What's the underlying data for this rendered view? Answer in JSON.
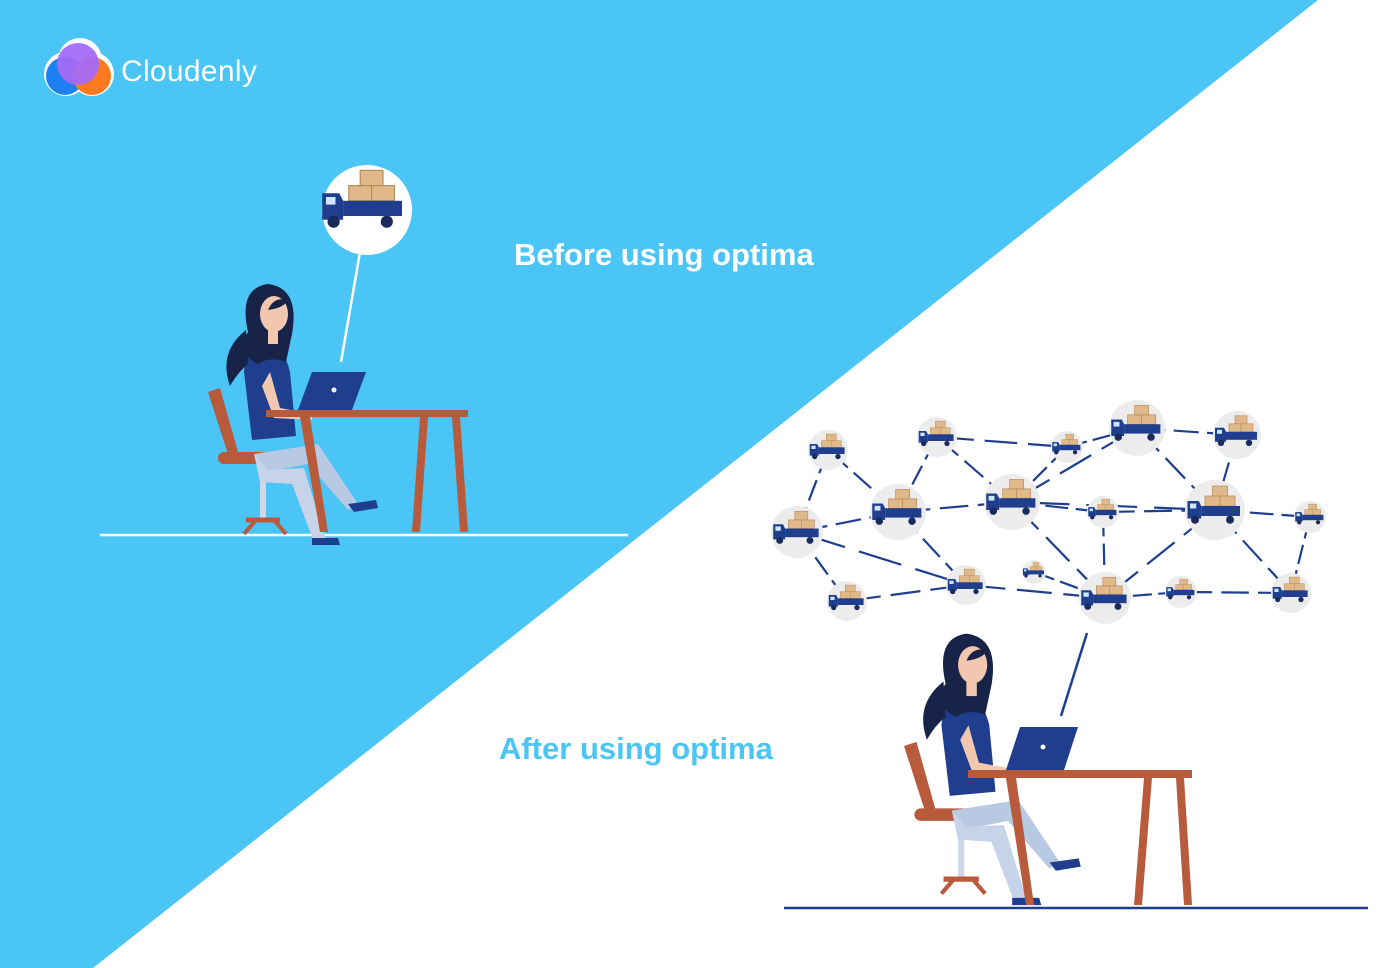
{
  "brand": {
    "name": "Cloudenly",
    "logo_colors": [
      "#a36cf5",
      "#1e7ff0",
      "#ff7a1f"
    ]
  },
  "sections": {
    "before": {
      "heading": "Before using optima"
    },
    "after": {
      "heading": "After using optima"
    }
  },
  "colors": {
    "sky_blue": "#4ac5f5",
    "navy": "#1f3f8e",
    "desk_brown": "#b85a3c",
    "box_tan": "#e0b98a",
    "white": "#ffffff"
  },
  "icons": [
    "delivery-truck-icon",
    "laptop-icon",
    "cloud-logo-icon"
  ]
}
